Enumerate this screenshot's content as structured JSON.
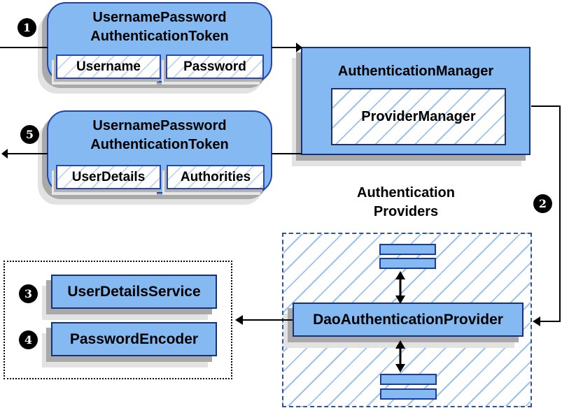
{
  "request_token": {
    "step": "1",
    "title_line1": "UsernamePassword",
    "title_line2": "AuthenticationToken",
    "fields": [
      "Username",
      "Password"
    ]
  },
  "authentication_manager": {
    "title": "AuthenticationManager",
    "inner_box": "ProviderManager"
  },
  "result_token": {
    "step": "5",
    "title_line1": "UsernamePassword",
    "title_line2": "AuthenticationToken",
    "fields": [
      "UserDetails",
      "Authorities"
    ]
  },
  "providers_group": {
    "step": "2",
    "heading_line1": "Authentication",
    "heading_line2": "Providers",
    "provider_label": "DaoAuthenticationProvider"
  },
  "services_group": {
    "items": [
      {
        "step": "3",
        "label": "UserDetailsService"
      },
      {
        "step": "4",
        "label": "PasswordEncoder"
      }
    ]
  },
  "colors": {
    "node_fill": "#84b9f2",
    "node_border": "#16307c",
    "rounded_node_border": "#2243ab",
    "field_border": "#2a47ad",
    "hatch_line": "#9cc2ee",
    "dashed_group_border": "#2d53a8",
    "dotted_group_border": "#000000",
    "shadow_dark": "#a9a9a9",
    "shadow_light": "#e2e2e2",
    "arrow": "#000000",
    "badge_background": "#000000",
    "badge_text": "#ffffff"
  }
}
